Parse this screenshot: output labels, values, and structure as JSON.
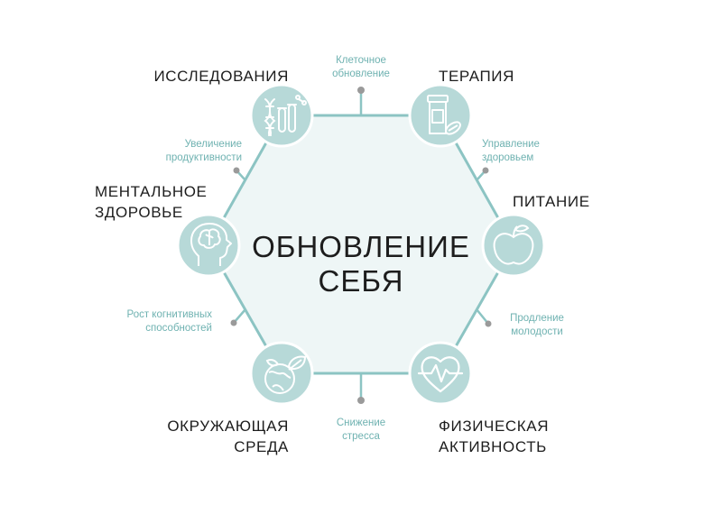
{
  "colors": {
    "hexagon_fill": "#eef6f6",
    "hexagon_stroke": "#8cc4c3",
    "node_fill": "#b7d9d8",
    "node_stroke": "#ffffff",
    "icon_color": "#ffffff",
    "connector_dot": "#9a9a9a",
    "link_text": "#6fb2b1",
    "title_text": "#1d1d1d"
  },
  "center": {
    "line1": "ОБНОВЛЕНИЕ",
    "line2": "СЕБЯ"
  },
  "nodes": [
    {
      "id": "research",
      "icon": "dna-test-tubes-icon",
      "lines": [
        "ИССЛЕДОВАНИЯ"
      ]
    },
    {
      "id": "therapy",
      "icon": "pill-bottle-icon",
      "lines": [
        "ТЕРАПИЯ"
      ]
    },
    {
      "id": "nutrition",
      "icon": "apple-icon",
      "lines": [
        "ПИТАНИЕ"
      ]
    },
    {
      "id": "physical",
      "icon": "heart-pulse-icon",
      "lines": [
        "ФИЗИЧЕСКАЯ",
        "АКТИВНОСТЬ"
      ]
    },
    {
      "id": "environment",
      "icon": "globe-leaf-icon",
      "lines": [
        "ОКРУЖАЮЩАЯ",
        "СРЕДА"
      ]
    },
    {
      "id": "mental",
      "icon": "head-brain-icon",
      "lines": [
        "МЕНТАЛЬНОЕ",
        "ЗДОРОВЬЕ"
      ]
    }
  ],
  "links": [
    {
      "id": "top",
      "lines": [
        "Клеточное",
        "обновление"
      ]
    },
    {
      "id": "upper-right",
      "lines": [
        "Управление",
        "здоровьем"
      ]
    },
    {
      "id": "lower-right",
      "lines": [
        "Продление",
        "молодости"
      ]
    },
    {
      "id": "bottom",
      "lines": [
        "Снижение",
        "стресса"
      ]
    },
    {
      "id": "lower-left",
      "lines": [
        "Рост когнитивных",
        "способностей"
      ]
    },
    {
      "id": "upper-left",
      "lines": [
        "Увеличение",
        "продуктивности"
      ]
    }
  ]
}
